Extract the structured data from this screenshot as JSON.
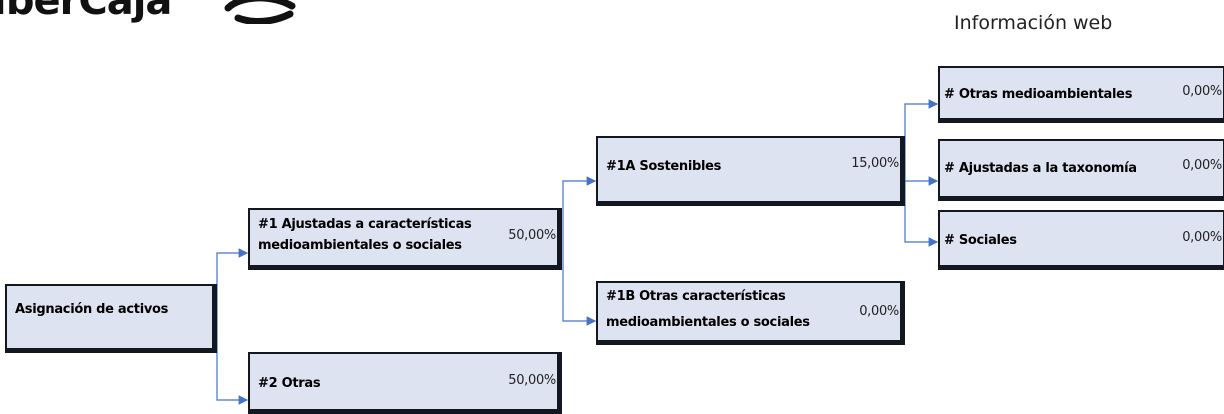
{
  "header": {
    "logo_text": "IberCaja",
    "web_info": "Información web"
  },
  "nodes": {
    "root": {
      "label": "Asignación de activos"
    },
    "n1": {
      "label_line1": "#1 Ajustadas a características",
      "label_line2": "medioambientales o sociales",
      "value": "50,00%"
    },
    "n2": {
      "label": "#2 Otras",
      "value": "50,00%"
    },
    "n1a": {
      "label": "#1A Sostenibles",
      "value": "15,00%"
    },
    "n1b": {
      "label_line1": "#1B Otras características",
      "label_line2": "medioambientales o sociales",
      "value": "0,00%"
    },
    "env": {
      "label": "# Otras medioambientales",
      "value": "0,00%"
    },
    "tax": {
      "label": "# Ajustadas a la taxonomía",
      "value": "0,00%"
    },
    "soc": {
      "label": "# Sociales",
      "value": "0,00%"
    }
  },
  "colors": {
    "box_fill": "#dee3f1",
    "box_border": "#13171f",
    "connector": "#4472c4"
  }
}
